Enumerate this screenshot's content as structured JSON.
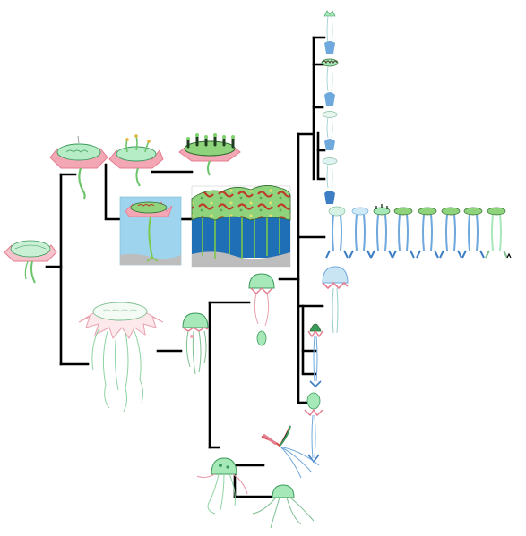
{
  "colors": {
    "branch": "#000000",
    "flower_pink": "#f3a7b5",
    "flower_pink_edge": "#e37c8f",
    "bell_green": "#a6e8b8",
    "bell_green_dark": "#3b9a5b",
    "stalk_green": "#6cc46b",
    "jelly_blue": "#6fa8dc",
    "jelly_blue_dark": "#3d7dc4",
    "pale_blue_bell": "#c9e4f2",
    "sky": "#9fd4ee",
    "deep_water": "#1f6fb6",
    "sand": "#bdbdbd",
    "canopy_red": "#c0392b"
  },
  "figures": [
    {
      "id": "ancestor-flower-jelly",
      "icon": "flower-jellyfish-icon"
    },
    {
      "id": "flower-jelly-with-eyes",
      "icon": "flower-jellyfish-icon"
    },
    {
      "id": "flower-jelly-sprouting",
      "icon": "flower-jellyfish-icon"
    },
    {
      "id": "flower-jelly-colony-top",
      "icon": "colony-icon"
    },
    {
      "id": "anchored-flower-scene",
      "icon": "anchored-plant-scene-icon"
    },
    {
      "id": "canopy-forest-scene",
      "icon": "canopy-forest-scene-icon"
    },
    {
      "id": "drifting-flower-jelly",
      "icon": "drifting-jellyfish-icon"
    },
    {
      "id": "green-bell-jelly",
      "icon": "jellyfish-icon"
    },
    {
      "id": "green-bell-jelly-upper",
      "icon": "jellyfish-icon"
    },
    {
      "id": "blue-stalk-jelly-column",
      "icon": "stalk-jellyfish-icon"
    },
    {
      "id": "stalk-jelly-lineup",
      "icon": "stalk-jellyfish-icon"
    },
    {
      "id": "pale-blue-bell-jelly",
      "icon": "jellyfish-icon"
    },
    {
      "id": "green-cone-jelly",
      "icon": "cone-jellyfish-icon"
    },
    {
      "id": "spotted-green-jelly",
      "icon": "jellyfish-icon"
    },
    {
      "id": "winged-pink-jelly",
      "icon": "winged-jellyfish-icon"
    },
    {
      "id": "squid-like-jelly",
      "icon": "tentacled-jellyfish-icon"
    },
    {
      "id": "crawling-jelly",
      "icon": "tentacled-jellyfish-icon"
    }
  ]
}
